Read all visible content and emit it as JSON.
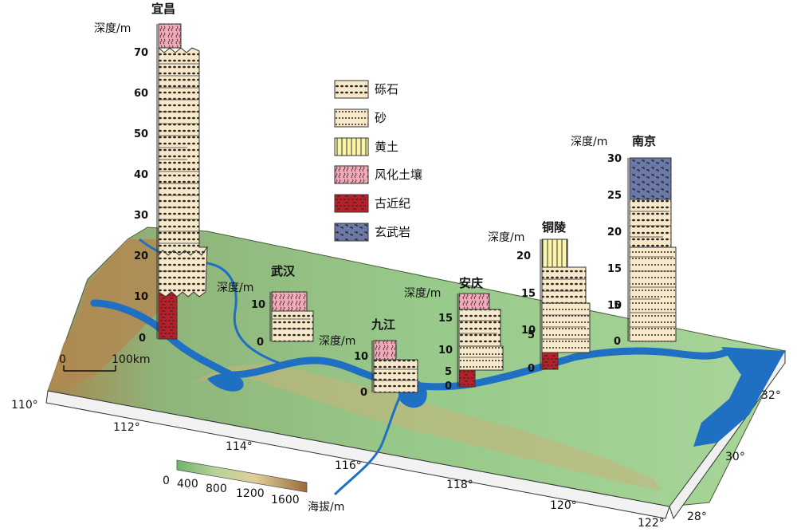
{
  "legend": {
    "items": [
      {
        "id": "gravel",
        "label": "砾石",
        "color": "#f6e8c9"
      },
      {
        "id": "sand",
        "label": "砂",
        "color": "#f6e8c9"
      },
      {
        "id": "loess",
        "label": "黄土",
        "color": "#fbf5a8"
      },
      {
        "id": "weathered",
        "label": "风化土壤",
        "color": "#f2a9b8"
      },
      {
        "id": "paleogene",
        "label": "古近纪",
        "color": "#b8202a"
      },
      {
        "id": "basalt",
        "label": "玄武岩",
        "color": "#6c78a6"
      }
    ]
  },
  "depth_unit": "深度/m",
  "sites": [
    {
      "id": "yichang",
      "name": "宜昌",
      "ticks": [
        "0",
        "10",
        "20",
        "30",
        "40",
        "50",
        "60",
        "70"
      ]
    },
    {
      "id": "wuhan",
      "name": "武汉",
      "ticks": [
        "0",
        "10"
      ]
    },
    {
      "id": "jiujiang",
      "name": "九江",
      "ticks": [
        "0",
        "10"
      ]
    },
    {
      "id": "anqing",
      "name": "安庆",
      "ticks": [
        "0",
        "5",
        "10",
        "15"
      ]
    },
    {
      "id": "tongling",
      "name": "铜陵",
      "ticks": [
        "0",
        "5",
        "10",
        "15",
        "20"
      ]
    },
    {
      "id": "nanjing",
      "name": "南京",
      "ticks": [
        "0",
        "5",
        "10",
        "15",
        "20",
        "25",
        "30"
      ]
    }
  ],
  "longitude_ticks": [
    "110°",
    "112°",
    "114°",
    "116°",
    "118°",
    "120°",
    "122°"
  ],
  "latitude_ticks": [
    "28°",
    "30°",
    "32°"
  ],
  "scale_bar": {
    "start": "0",
    "end": "100km"
  },
  "elevation": {
    "ticks": [
      "0",
      "400",
      "800",
      "1200",
      "1600"
    ],
    "unit": "海拔/m",
    "color_low": "#5aa85a",
    "color_high": "#c8a070"
  },
  "colors": {
    "terrain": "#9fcf8a",
    "river": "#1f6fc2",
    "sea": "#1f6fc2"
  }
}
